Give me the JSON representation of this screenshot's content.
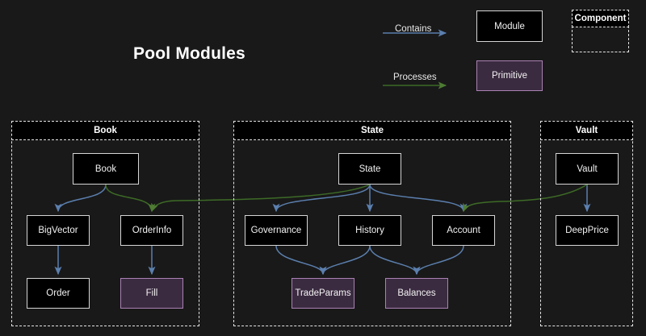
{
  "page": {
    "title": "Pool Modules",
    "background_color": "#191919"
  },
  "colors": {
    "contains_edge": "#5b7fae",
    "processes_edge": "#3d6b26",
    "module_border": "#d6d6d6",
    "module_fill": "#000000",
    "primitive_fill": "#3b2b41",
    "primitive_border": "#a982b3",
    "group_border": "#e4e4e4",
    "text": "#f2f2f2"
  },
  "legend": {
    "contains_label": "Contains",
    "processes_label": "Processes",
    "module_label": "Module",
    "primitive_label": "Primitive",
    "component_label": "Component"
  },
  "groups": [
    {
      "id": "book",
      "label": "Book"
    },
    {
      "id": "state",
      "label": "State"
    },
    {
      "id": "vault",
      "label": "Vault"
    }
  ],
  "nodes": [
    {
      "id": "book",
      "label": "Book",
      "group": "book",
      "type": "module"
    },
    {
      "id": "bigvector",
      "label": "BigVector",
      "group": "book",
      "type": "module"
    },
    {
      "id": "orderinfo",
      "label": "OrderInfo",
      "group": "book",
      "type": "module"
    },
    {
      "id": "order",
      "label": "Order",
      "group": "book",
      "type": "module"
    },
    {
      "id": "fill",
      "label": "Fill",
      "group": "book",
      "type": "primitive"
    },
    {
      "id": "state",
      "label": "State",
      "group": "state",
      "type": "module"
    },
    {
      "id": "governance",
      "label": "Governance",
      "group": "state",
      "type": "module"
    },
    {
      "id": "history",
      "label": "History",
      "group": "state",
      "type": "module"
    },
    {
      "id": "account",
      "label": "Account",
      "group": "state",
      "type": "module"
    },
    {
      "id": "tradeparams",
      "label": "TradeParams",
      "group": "state",
      "type": "primitive"
    },
    {
      "id": "balances",
      "label": "Balances",
      "group": "state",
      "type": "primitive"
    },
    {
      "id": "vault",
      "label": "Vault",
      "group": "vault",
      "type": "module"
    },
    {
      "id": "deepprice",
      "label": "DeepPrice",
      "group": "vault",
      "type": "module"
    }
  ],
  "edges": [
    {
      "from": "book",
      "to": "bigvector",
      "kind": "contains"
    },
    {
      "from": "bigvector",
      "to": "order",
      "kind": "contains"
    },
    {
      "from": "orderinfo",
      "to": "fill",
      "kind": "contains"
    },
    {
      "from": "state",
      "to": "governance",
      "kind": "contains"
    },
    {
      "from": "state",
      "to": "history",
      "kind": "contains"
    },
    {
      "from": "state",
      "to": "account",
      "kind": "contains"
    },
    {
      "from": "governance",
      "to": "tradeparams",
      "kind": "contains"
    },
    {
      "from": "history",
      "to": "tradeparams",
      "kind": "contains"
    },
    {
      "from": "history",
      "to": "balances",
      "kind": "contains"
    },
    {
      "from": "account",
      "to": "balances",
      "kind": "contains"
    },
    {
      "from": "vault",
      "to": "deepprice",
      "kind": "contains"
    },
    {
      "from": "book",
      "to": "orderinfo",
      "kind": "processes"
    },
    {
      "from": "state",
      "to": "orderinfo",
      "kind": "processes"
    },
    {
      "from": "vault",
      "to": "account",
      "kind": "processes"
    }
  ]
}
